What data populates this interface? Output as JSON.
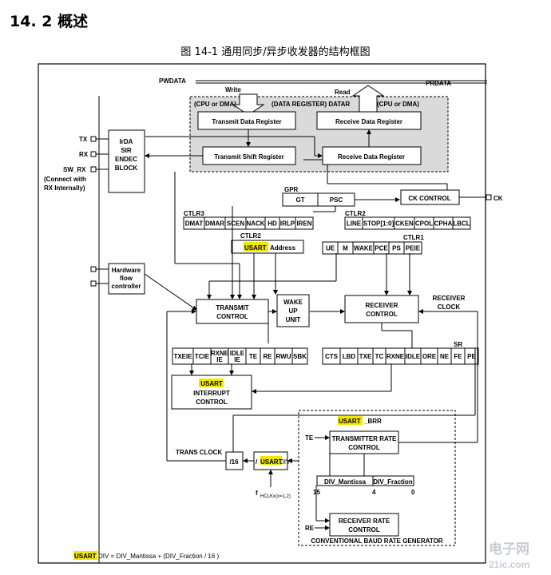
{
  "heading": "14. 2  概述",
  "caption": "图 14-1  通用同步/异步收发器的结构框图",
  "buses": {
    "pwdata": "PWDATA",
    "prdata": "PRDATA",
    "write": "Write",
    "read": "Read"
  },
  "data_register": {
    "cpu_dma_left": "(CPU or DMA)",
    "title": "(DATA REGISTER) DATAR",
    "cpu_dma_right": "(CPU or DMA)",
    "tdr": "Transmit Data Register",
    "rdr": "Receive Data Register",
    "tsr": "Transmit Shift Register",
    "rsr": "Receive Data Register"
  },
  "pins": {
    "tx": "TX",
    "rx": "RX",
    "sw_rx": "SW_RX",
    "sw_rx_note1": "(Connect with",
    "sw_rx_note2": "RX Internally)",
    "ck": "CK"
  },
  "irda": {
    "l1": "IrDA",
    "l2": "SIR",
    "l3": "ENDEC",
    "l4": "BLOCK"
  },
  "hw_flow": {
    "l1": "Hardware",
    "l2": "flow",
    "l3": "controller"
  },
  "gpr": {
    "title": "GPR",
    "gt": "GT",
    "psc": "PSC"
  },
  "ck_control": "CK CONTROL",
  "ctlr3": {
    "title": "CTLR3",
    "fields": [
      "DMAT",
      "DMAR",
      "SCEN",
      "NACK",
      "HD",
      "IRLP",
      "IREN"
    ]
  },
  "ctlr2_top": {
    "title": "CTLR2",
    "fields": [
      "LINE",
      "STOP[1:0]",
      "CKEN",
      "CPOL",
      "CPHA",
      "LBCL"
    ]
  },
  "ctlr2_addr": {
    "title": "CTLR2",
    "usart": "USART",
    "address": "Address"
  },
  "ctlr1": {
    "title": "CTLR1",
    "fields": [
      "UE",
      "M",
      "WAKE",
      "PCE",
      "PS",
      "PEIE"
    ]
  },
  "transmit_control": {
    "l1": "TRANSMIT",
    "l2": "CONTROL"
  },
  "wakeup": {
    "l1": "WAKE",
    "l2": "UP",
    "l3": "UNIT"
  },
  "receiver_control": {
    "l1": "RECEIVER",
    "l2": "CONTROL"
  },
  "receiver_clock": {
    "l1": "RECEIVER",
    "l2": "CLOCK"
  },
  "ctlr1_low": {
    "fields": [
      "TXEIE",
      "TCIE",
      "RXNE IE",
      "IDLE IE",
      "TE",
      "RE",
      "RWU",
      "SBK"
    ]
  },
  "sr": {
    "title": "SR",
    "fields": [
      "CTS",
      "LBD",
      "TXE",
      "TC",
      "RXNE",
      "IDLE",
      "ORE",
      "NE",
      "FE",
      "PE"
    ]
  },
  "interrupt": {
    "usart": "USART",
    "l2": "INTERRUPT",
    "l3": "CONTROL"
  },
  "brr": {
    "usart": "USART",
    "suffix": "_BRR",
    "te": "TE",
    "re": "RE",
    "tx_rate_l1": "TRANSMITTER RATE",
    "tx_rate_l2": "CONTROL",
    "div_mantissa": "DIV_Mantissa",
    "div_fraction": "DIV_Fraction",
    "bit15": "15",
    "bit4": "4",
    "bit0": "0",
    "rx_rate_l1": "RECEIVER RATE",
    "rx_rate_l2": "CONTROL",
    "footer": "CONVENTIONAL BAUD RATE GENERATOR"
  },
  "trans_clock": "TRANS CLOCK",
  "div16": "/16",
  "usartdiv_box": {
    "prefix": "/",
    "usart": "USART",
    "suffix": "DIV"
  },
  "fhclk": {
    "f": "f",
    "sub": "HCLKx(x=1,2)"
  },
  "formula": {
    "usart": "USART",
    "rest": "DIV = DIV_Mantissa + (DIV_Fraction / 16 )"
  },
  "watermark": {
    "line1": "电子网",
    "line2": "21ic.com"
  },
  "colors": {
    "highlight": "#f2e600",
    "shaded": "#dadada",
    "watermark": "#c8ccd6"
  }
}
